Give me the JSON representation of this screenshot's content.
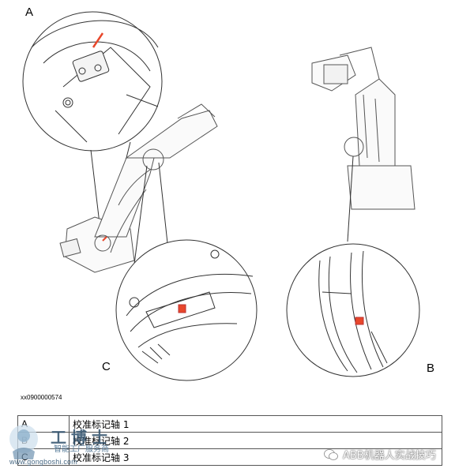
{
  "figure": {
    "callouts": {
      "a": "A",
      "b": "B",
      "c": "C"
    },
    "figure_id": "xx0900000574"
  },
  "legend": {
    "rows": [
      {
        "key": "A",
        "text": "校准标记轴 1"
      },
      {
        "key": "B",
        "text": "校准标记轴 2"
      },
      {
        "key": "C",
        "text": "校准标记轴 3"
      }
    ]
  },
  "watermark": {
    "brand": "工博士",
    "tagline": "智能工厂服务商",
    "url": "www.gongboshi.com",
    "wechat_account": "ABB机器人实战技巧"
  },
  "colors": {
    "marker": "#e8472b",
    "line": "#333333",
    "accent_blue": "#4a6b86"
  }
}
